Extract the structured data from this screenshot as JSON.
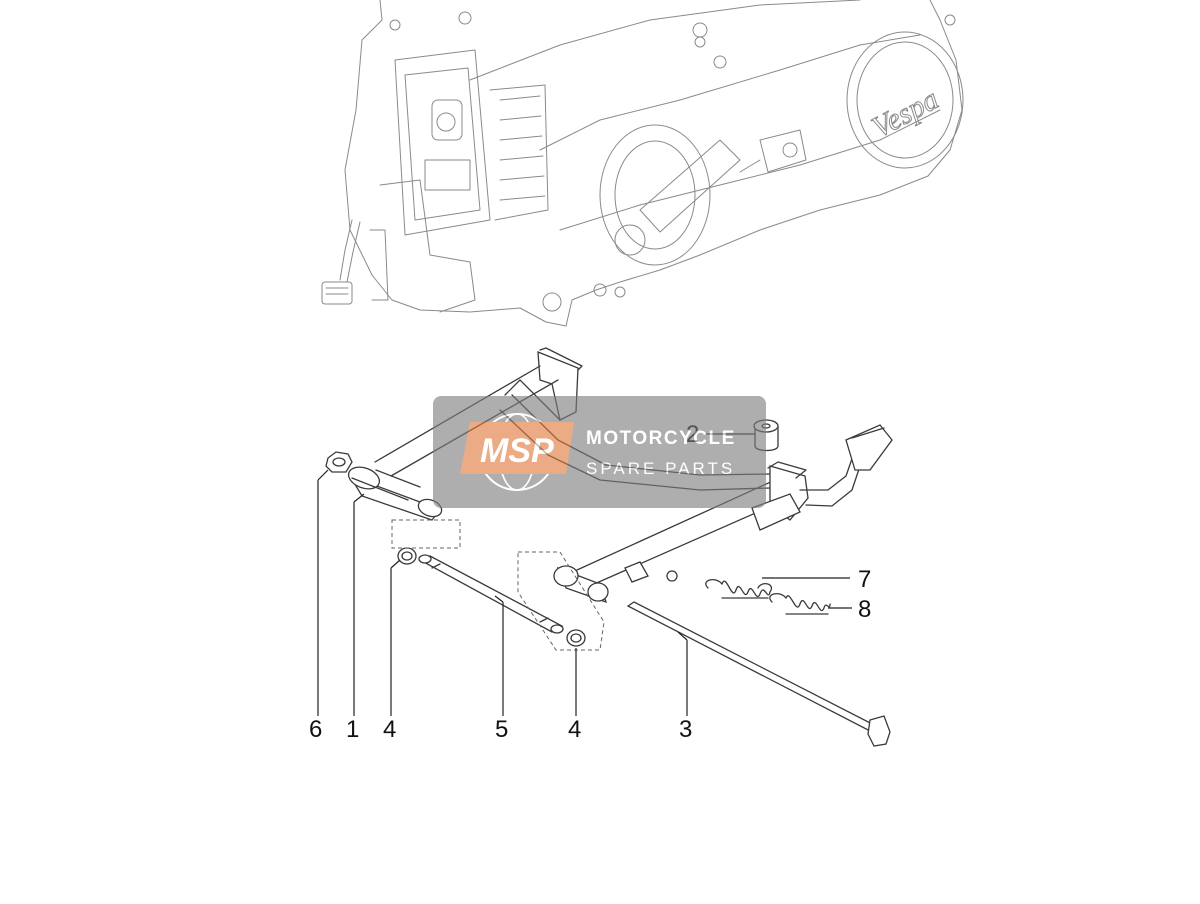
{
  "diagram": {
    "engine": {
      "emblem_text": "Vespa"
    },
    "callouts": [
      {
        "id": "label-1",
        "text": "1"
      },
      {
        "id": "label-2",
        "text": "2"
      },
      {
        "id": "label-3",
        "text": "3"
      },
      {
        "id": "label-4a",
        "text": "4"
      },
      {
        "id": "label-4b",
        "text": "4"
      },
      {
        "id": "label-5",
        "text": "5"
      },
      {
        "id": "label-6",
        "text": "6"
      },
      {
        "id": "label-7",
        "text": "7"
      },
      {
        "id": "label-8",
        "text": "8"
      }
    ]
  },
  "watermark": {
    "logo_text": "MSP",
    "brand": "MOTORCYCLE",
    "subtitle": "SPARE PARTS",
    "colors": {
      "panel": "#7d7d7d",
      "logo": "#e07a3c"
    }
  }
}
